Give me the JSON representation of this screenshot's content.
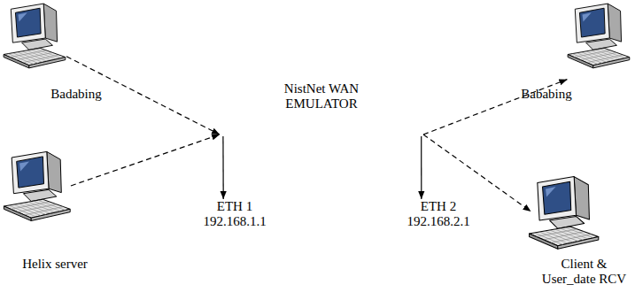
{
  "diagram": {
    "nodes": [
      {
        "text": [
          "Badabing"
        ]
      },
      {
        "text": [
          "NistNet WAN EMULATOR"
        ]
      },
      {
        "text": [
          "Bababing"
        ]
      },
      {
        "text": [
          "Helix server"
        ]
      },
      {
        "text": [
          "ETH 1 192.168.1.1"
        ]
      },
      {
        "text": [
          "ETH 2 192.168.2.1"
        ]
      },
      {
        "text": [
          "Client & User_date RCV"
        ]
      }
    ],
    "edges": [
      {
        "from": 0,
        "to": 1,
        "arrow": "to"
      },
      {
        "from": 3,
        "to": 1,
        "arrow": "to"
      },
      {
        "from": 1,
        "to": 2,
        "arrow": "to"
      },
      {
        "from": 1,
        "to": 6,
        "arrow": "to"
      },
      {
        "from": 1,
        "to": 4,
        "arrow": "to"
      },
      {
        "from": 1,
        "to": 5,
        "arrow": "to"
      }
    ]
  }
}
